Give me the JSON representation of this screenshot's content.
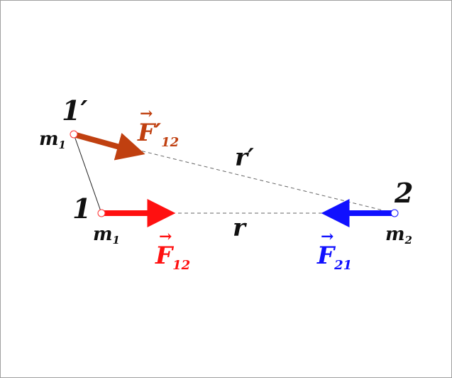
{
  "diagram": {
    "point_1": {
      "label": "1",
      "mass": "m",
      "mass_sub": "1"
    },
    "point_1_prime": {
      "label": "1′",
      "mass": "m",
      "mass_sub": "1"
    },
    "point_2": {
      "label": "2",
      "mass": "m",
      "mass_sub": "2"
    },
    "distance_r": "r",
    "distance_r_prime": "r′",
    "force_12": {
      "symbol": "F",
      "sub": "12",
      "arrow": "→",
      "color": "#ff1010"
    },
    "force_12_prime": {
      "symbol": "F′",
      "sub": "12",
      "arrow": "→",
      "color": "#c04010"
    },
    "force_21": {
      "symbol": "F",
      "sub": "21",
      "arrow": "→",
      "color": "#1010ff"
    }
  }
}
